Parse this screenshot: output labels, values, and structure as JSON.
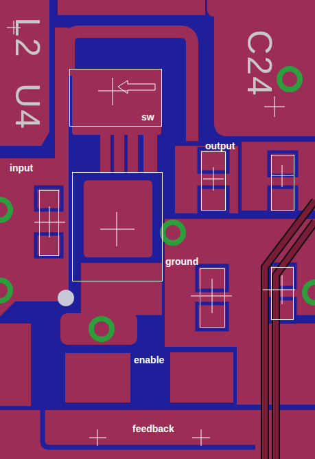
{
  "diagram": {
    "labels": [
      "L2",
      "U4",
      "C24",
      "sw",
      "input",
      "output",
      "ground",
      "enable",
      "feedback"
    ]
  }
}
